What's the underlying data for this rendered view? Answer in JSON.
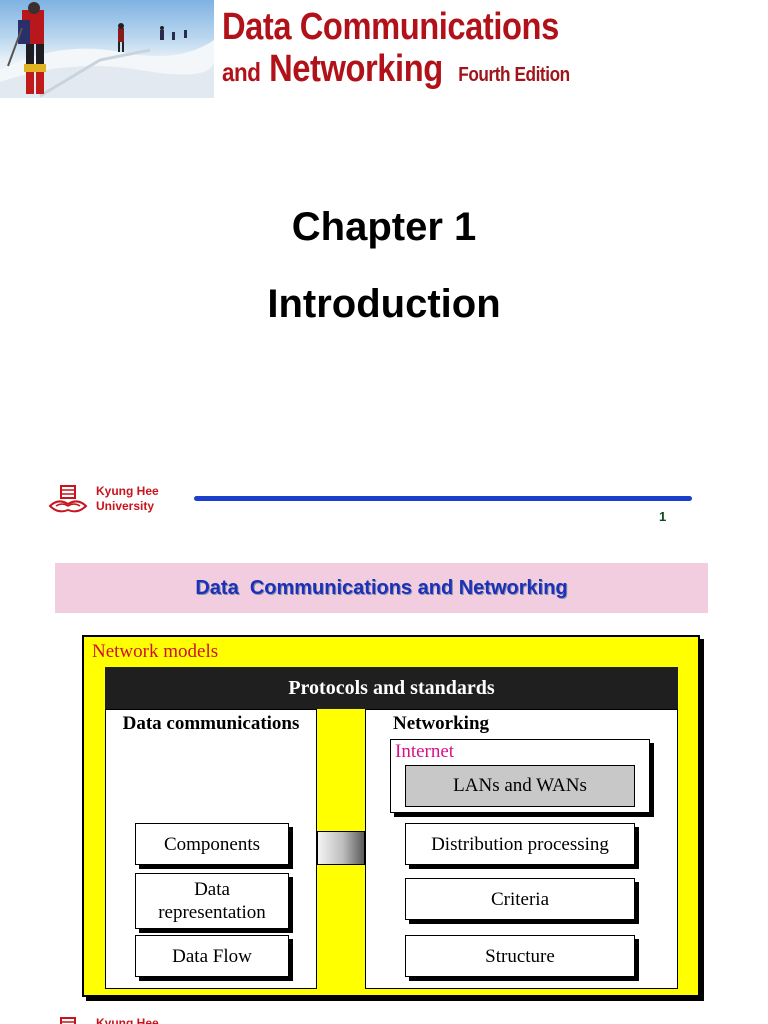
{
  "slide1": {
    "book_title_line1": "Data Communications",
    "book_title_and": "and",
    "book_title_line2": "Networking",
    "edition": "Fourth Edition",
    "chapter": "Chapter 1",
    "chapter_title": "Introduction",
    "footer": {
      "university_line1": "Kyung Hee",
      "university_line2": "University",
      "page_number": "1"
    }
  },
  "slide2": {
    "title": "Data  Communications and Networking",
    "diagram": {
      "outer_label": "Network models",
      "top_bar": "Protocols and standards",
      "left_heading": "Data communications",
      "left_boxes": [
        "Components",
        "Data representation",
        "Data Flow"
      ],
      "right_heading": "Networking",
      "internet_label": "Internet",
      "lan_wan": "LANs and WANs",
      "right_boxes": [
        "Distribution processing",
        "Criteria",
        "Structure"
      ]
    },
    "footer": {
      "university_line1": "Kyung Hee"
    }
  },
  "colors": {
    "title_red": "#b1121a",
    "band_pink": "#f2cde0",
    "title_blue": "#1a31b8",
    "diagram_yellow": "#ffff00",
    "rule_blue": "#1a3fcc"
  }
}
